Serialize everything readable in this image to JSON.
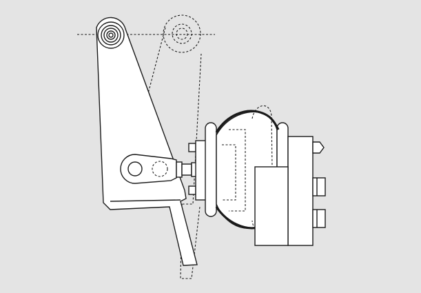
{
  "figure": {
    "background": "#e4e4e4",
    "line_color": "#1a1a1a",
    "part_fill": "#ffffff",
    "components": [
      "pivot-arm",
      "pivot-nut",
      "clevis",
      "brake-chamber",
      "diaphragm",
      "mounting-flange",
      "port-fittings",
      "alternate-position-outline"
    ]
  }
}
